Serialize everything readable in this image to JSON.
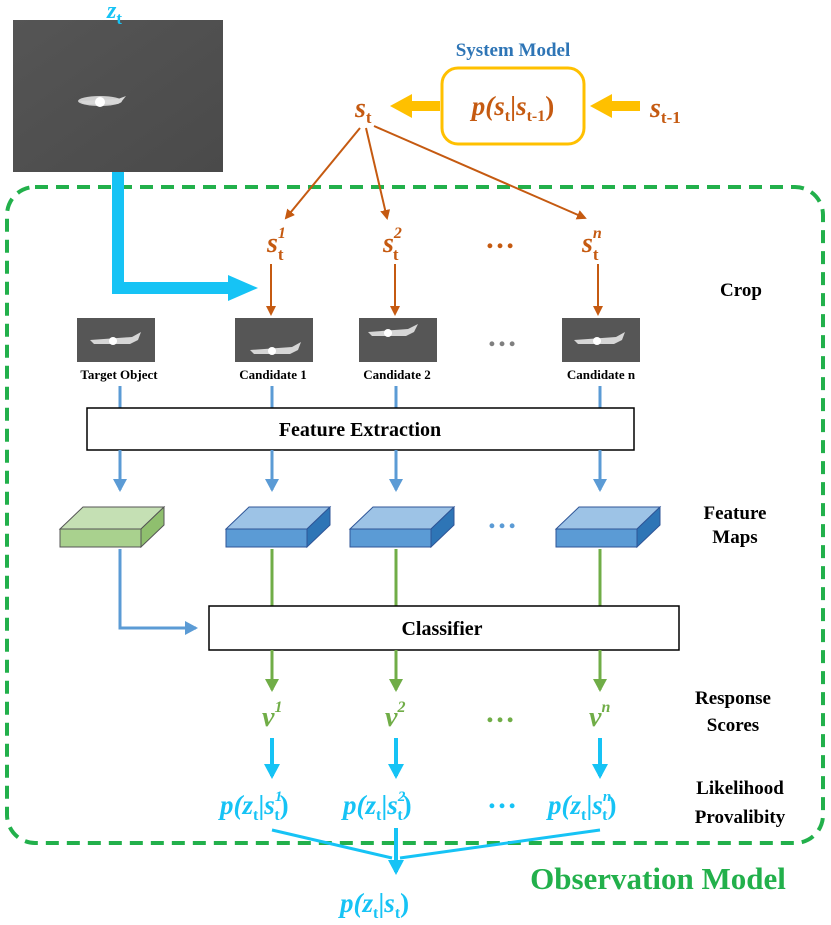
{
  "frame_label": {
    "main": "z",
    "sub": "t"
  },
  "system_model": {
    "title": "System Model",
    "formula": {
      "p": "p(",
      "s": "s",
      "t": "t",
      "bar": "|",
      "s2": "s",
      "t2": "t-1",
      "close": ")"
    },
    "state_out": {
      "main": "s",
      "sub": "t"
    },
    "state_in": {
      "main": "s",
      "sub": "t-1"
    }
  },
  "particles": {
    "items": [
      {
        "main": "s",
        "sub": "t",
        "sup": "1"
      },
      {
        "main": "s",
        "sub": "t",
        "sup": "2"
      },
      {
        "main": "s",
        "sub": "t",
        "sup": "n"
      }
    ],
    "ellipsis": "…"
  },
  "step_labels": {
    "crop": "Crop",
    "feature_maps": [
      "Feature",
      "Maps"
    ],
    "response_scores": [
      "Response",
      "Scores"
    ],
    "likelihood": [
      "Likelihood",
      "Provalibity"
    ]
  },
  "crops": {
    "labels": [
      "Target Object",
      "Candidate 1",
      "Candidate 2",
      "Candidate n"
    ],
    "ellipsis": "…"
  },
  "feature_extraction_label": "Feature Extraction",
  "classifier_label": "Classifier",
  "scores": {
    "items": [
      {
        "main": "v",
        "sup": "1"
      },
      {
        "main": "v",
        "sup": "2"
      },
      {
        "main": "v",
        "sup": "n"
      }
    ],
    "ellipsis": "…"
  },
  "likelihoods": {
    "items": [
      {
        "p": "p(",
        "z": "z",
        "zt": "t",
        "bar": "|",
        "s": "s",
        "sup": "1",
        "sub": "t",
        "close": ")"
      },
      {
        "p": "p(",
        "z": "z",
        "zt": "t",
        "bar": "|",
        "s": "s",
        "sup": "2",
        "sub": "t",
        "close": ")"
      },
      {
        "p": "p(",
        "z": "z",
        "zt": "t",
        "bar": "|",
        "s": "s",
        "sup": "n",
        "sub": "t",
        "close": ")"
      }
    ],
    "ellipsis": "…"
  },
  "final": {
    "p": "p(",
    "z": "z",
    "zt": "t",
    "bar": "|",
    "s": "s",
    "st": "t",
    "close": ")"
  },
  "observation_model_label": "Observation Model",
  "colors": {
    "orange": "#C55A11",
    "sky": "#16C3F5",
    "blue": "#5B9BD5",
    "green": "#70AD47",
    "dashed_green": "#22B04B",
    "system_blue": "#2E75B6",
    "gold": "#FFC000",
    "gray_dots": "#7F7F7F"
  }
}
